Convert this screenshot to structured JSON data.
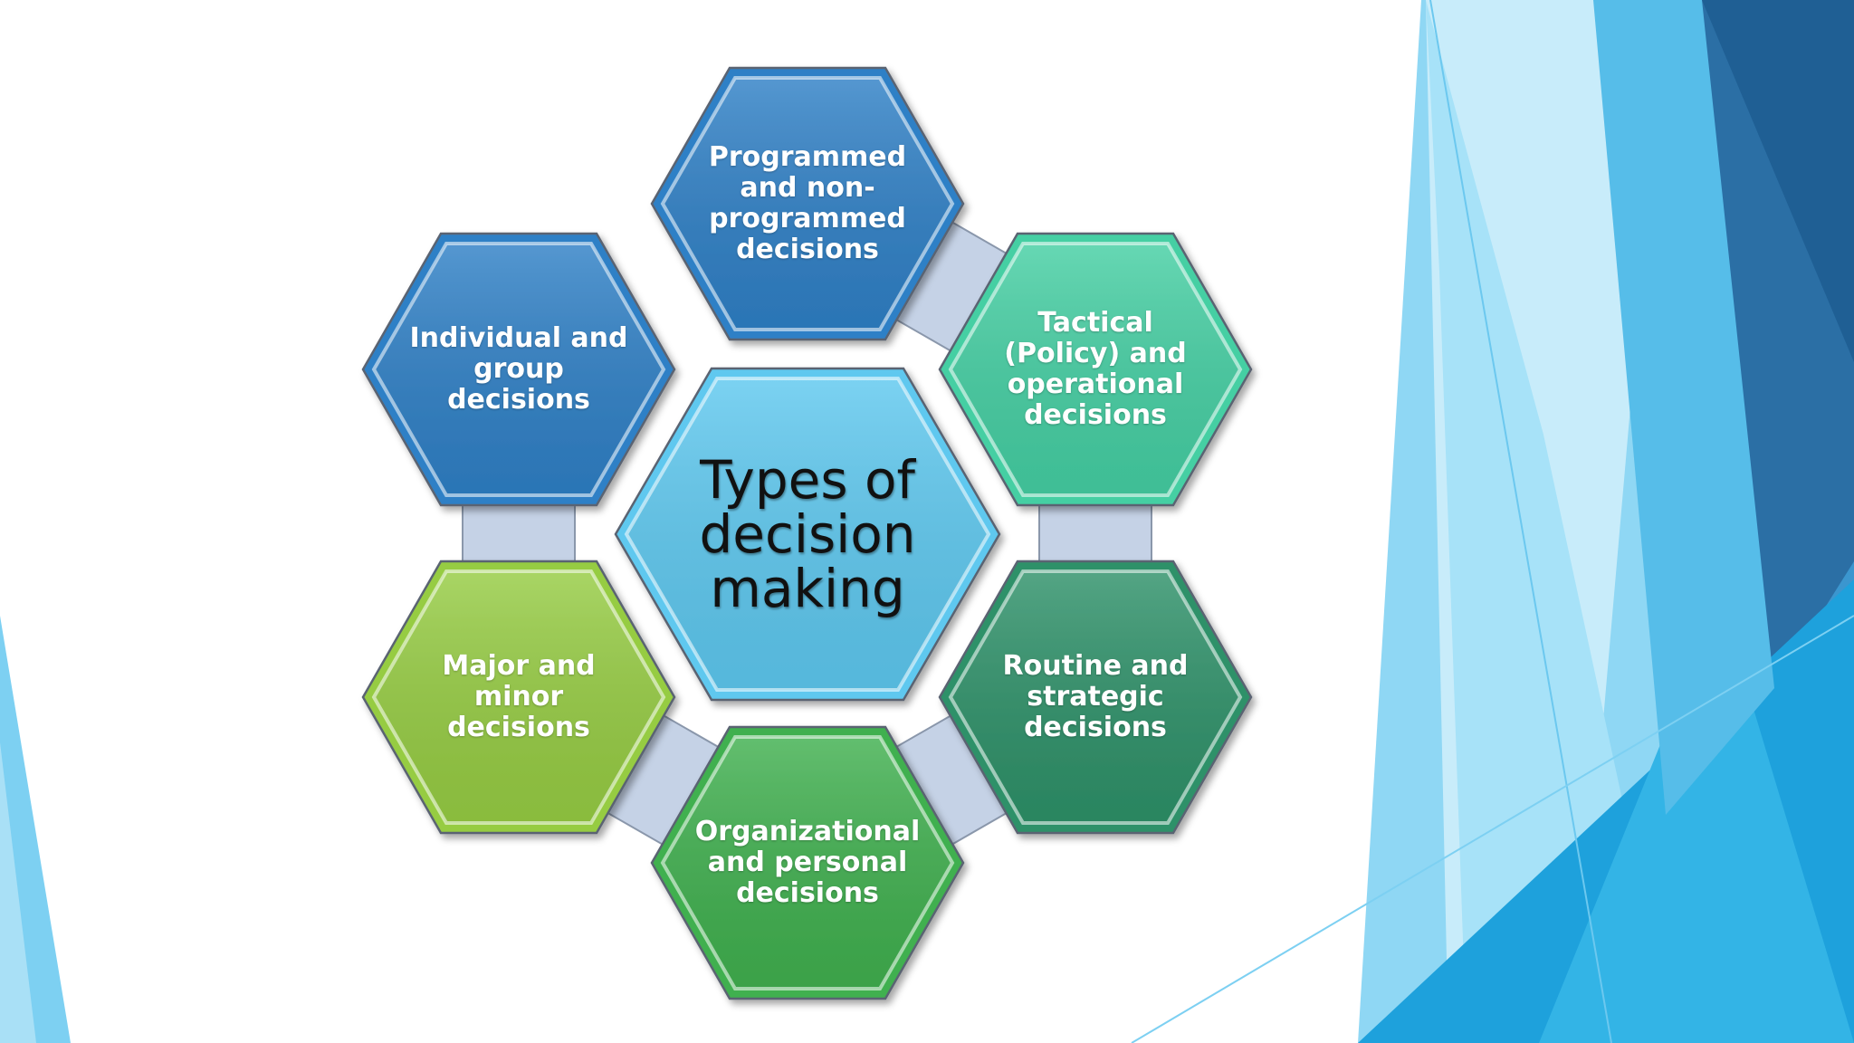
{
  "center": {
    "label": "Types of\ndecision\nmaking",
    "color": "#5ec8ef"
  },
  "hexes": [
    {
      "id": "programmed",
      "label": "Programmed\nand non-\nprogrammed\ndecisions",
      "color": "#2f80c6"
    },
    {
      "id": "tactical",
      "label": "Tactical\n(Policy) and\noperational\ndecisions",
      "color": "#45cfa3"
    },
    {
      "id": "routine",
      "label": "Routine and\nstrategic\ndecisions",
      "color": "#2e9169"
    },
    {
      "id": "organizational",
      "label": "Organizational\nand personal\ndecisions",
      "color": "#40b04f"
    },
    {
      "id": "major",
      "label": "Major and\nminor\ndecisions",
      "color": "#96cc43"
    },
    {
      "id": "individual",
      "label": "Individual and\ngroup\ndecisions",
      "color": "#2f80c6"
    }
  ],
  "connector_color": "#c5d2e6"
}
